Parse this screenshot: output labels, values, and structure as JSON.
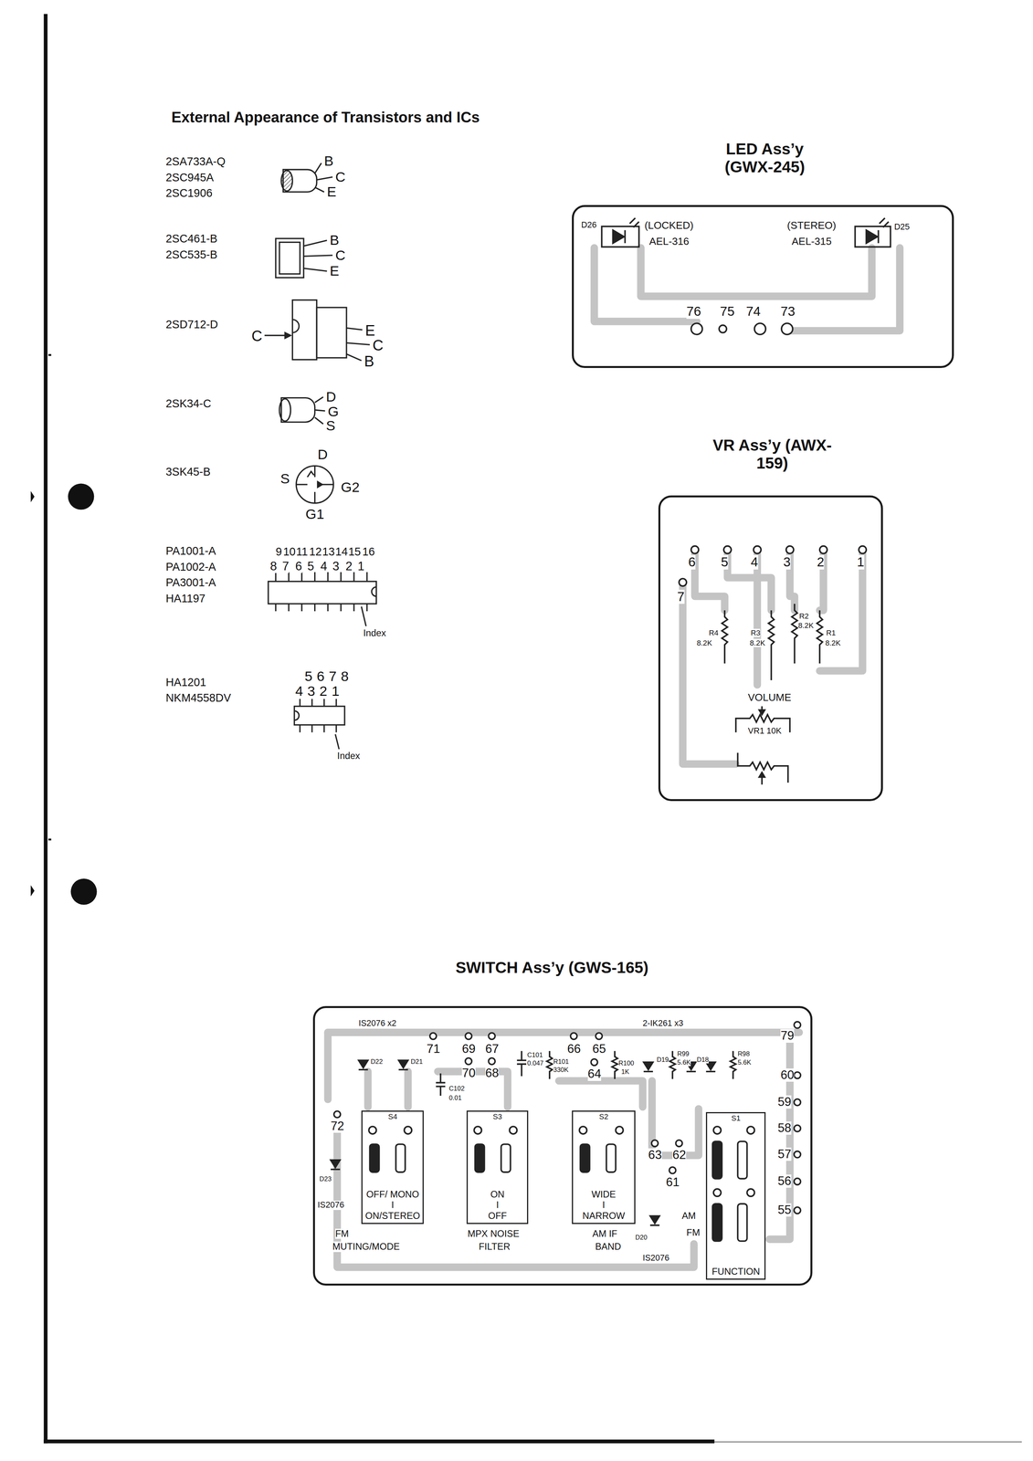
{
  "diagram": {
    "title": "External Appearance of Transistors and ICs",
    "nodes": [
      {
        "text": [
          "LED Ass’y (GWX-245)"
        ]
      },
      {
        "text": [
          "VR Ass’y (AWX-159)"
        ]
      },
      {
        "text": [
          "SWITCH Ass’y (GWS-165)"
        ]
      },
      {
        "text": [
          "S4",
          "OFF/ MONO",
          "I",
          "ON/STEREO"
        ],
        "in": 2
      },
      {
        "text": [
          "S3",
          "ON",
          "I",
          "OFF"
        ],
        "in": 2
      },
      {
        "text": [
          "S2",
          "WIDE",
          "I",
          "NARROW"
        ],
        "in": 2
      },
      {
        "text": [
          "S1",
          "FUNCTION"
        ],
        "in": 2
      }
    ],
    "labels": [
      "2SA733A-Q",
      "2SC945A",
      "2SC1906",
      "B",
      "C",
      "E",
      "2SC461-B",
      "2SC535-B",
      "B",
      "C",
      "E",
      "2SD712-D",
      "C",
      "E",
      "C",
      "B",
      "2SK34-C",
      "D",
      "G",
      "S",
      "3SK45-B",
      "D",
      "S",
      "G2",
      "G1",
      "PA1001-A",
      "PA1002-A",
      "PA3001-A",
      "HA1197",
      "9",
      "10",
      "11",
      "12",
      "13",
      "14",
      "15",
      "16",
      "8",
      "7",
      "6",
      "5",
      "4",
      "3",
      "2",
      "1",
      "Index",
      "HA1201",
      "NKM4558DV",
      "5",
      "6",
      "7",
      "8",
      "4",
      "3",
      "2",
      "1",
      "Index",
      "D26",
      "(LOCKED)",
      "AEL-316",
      "(STEREO)",
      "AEL-315",
      "D25",
      "76",
      "75",
      "74",
      "73",
      "6",
      "5",
      "4",
      "3",
      "2",
      "1",
      "7",
      "R4",
      "8.2K",
      "R3",
      "8.2K",
      "R2",
      "8.2K",
      "R1",
      "8.2K",
      "VOLUME",
      "VR1 10K",
      "IS2076 x2",
      "2-IK261 x3",
      "D22",
      "D21",
      "71",
      "69",
      "67",
      "C101",
      "0.047",
      "R101",
      "330K",
      "66",
      "65",
      "70",
      "68",
      "C102",
      "0.01",
      "64",
      "R100",
      "1K",
      "D19",
      "R99",
      "5.6K",
      "D18",
      "R98",
      "5.6K",
      "79",
      "60",
      "59",
      "58",
      "57",
      "56",
      "55",
      "72",
      "D23",
      "IS2076",
      "63",
      "62",
      "61",
      "AM",
      "FM",
      "D20",
      "IS2076",
      "FM",
      "MUTING/MODE",
      "MPX NOISE",
      "FILTER",
      "AM IF",
      "BAND"
    ]
  }
}
